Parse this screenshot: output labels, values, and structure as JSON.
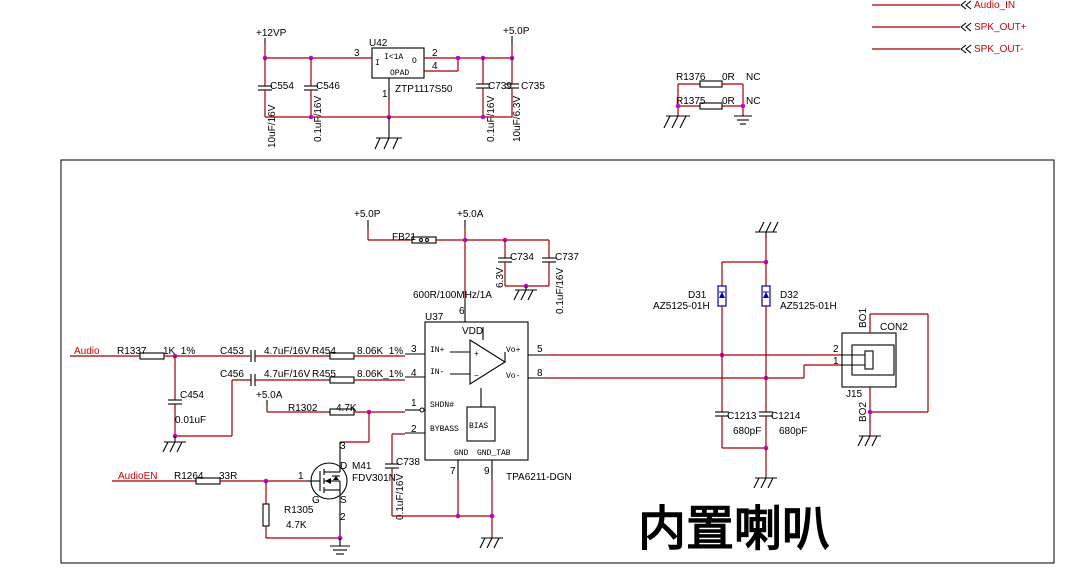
{
  "top_left": {
    "supply_12v": "+12VP",
    "supply_5v": "+5.0P",
    "reg_ref": "U42",
    "reg_part": "ZTP1117S50",
    "reg_inner_top": "I<1A",
    "reg_inner_in": "I",
    "reg_inner_out": "O",
    "reg_inner_bot": "OPAD",
    "reg_pin_in": "3",
    "reg_pin_out": "2",
    "reg_pin_pad": "4",
    "reg_pin_gnd": "1",
    "c554": "C554",
    "c554_val": "10uF/16V",
    "c546": "C546",
    "c546_val": "0.1uF/16V",
    "c739": "C739",
    "c739_val": "0.1uF/16V",
    "c735": "C735",
    "c735_val": "10uF/6.3V"
  },
  "ports": {
    "audio_in": "Audio_IN",
    "spk_out_pos": "SPK_OUT+",
    "spk_out_neg": "SPK_OUT-"
  },
  "top_right": {
    "r1376": "R1376",
    "r1376_val": "0R",
    "r1376_nc": "NC",
    "r1375": "R1375",
    "r1375_val": "0R",
    "r1375_nc": "NC"
  },
  "main": {
    "supply_5p": "+5.0P",
    "supply_5a": "+5.0A",
    "supply_5a_2": "+5.0A",
    "fb21": "FB21",
    "fb21_val": "600R/100MHz/1A",
    "c734": "C734",
    "c734_val": "6.3V",
    "c737": "C737",
    "c737_val": "0.1uF/16V",
    "u37": "U37",
    "u37_part": "TPA6211-DGN",
    "vdd": "VDD",
    "in_pos": "IN+",
    "in_neg": "IN-",
    "shdn": "SHDN#",
    "bypass": "BYBASS",
    "bias": "BIAS",
    "gnd": "GND",
    "gnd_tab": "GND_TAB",
    "vo_pos": "Vo+",
    "vo_neg": "Vo-",
    "pin6": "6",
    "pin3": "3",
    "pin4": "4",
    "pin1": "1",
    "pin2": "2",
    "pin5": "5",
    "pin8": "8",
    "pin7": "7",
    "pin9": "9",
    "audio": "Audio",
    "r1337": "R1337",
    "r1337_val": "1K_1%",
    "c453": "C453",
    "c453_val": "4.7uF/16V",
    "r454": "R454",
    "r454_val": "8.06K_1%",
    "c456": "C456",
    "c456_val": "4.7uF/16V",
    "r455": "R455",
    "r455_val": "8.06K_1%",
    "c454": "C454",
    "c454_val": "0.01uF",
    "r1302": "R1302",
    "r1302_val": "4.7K",
    "c738": "C738",
    "c738_val": "0.1uF/16V",
    "audioen": "AudioEN",
    "r1264": "R1264",
    "r1264_val": "33R",
    "m41": "M41",
    "m41_part": "FDV301N",
    "m41_d": "D",
    "m41_g": "G",
    "m41_s": "S",
    "m41_pin1": "1",
    "m41_pin2": "2",
    "m41_pin3": "3",
    "r1305": "R1305",
    "r1305_val": "4.7K",
    "d31": "D31",
    "d31_part": "AZ5125-01H",
    "d32": "D32",
    "d32_part": "AZ5125-01H",
    "c1213": "C1213",
    "c1213_val": "680pF",
    "c1214": "C1214",
    "c1214_val": "680pF",
    "con_ref": "J15",
    "con_part": "CON2",
    "bo1": "BO1",
    "bo2": "BO2",
    "con_pin2": "2",
    "con_pin1": "1"
  },
  "caption": "内置喇叭"
}
